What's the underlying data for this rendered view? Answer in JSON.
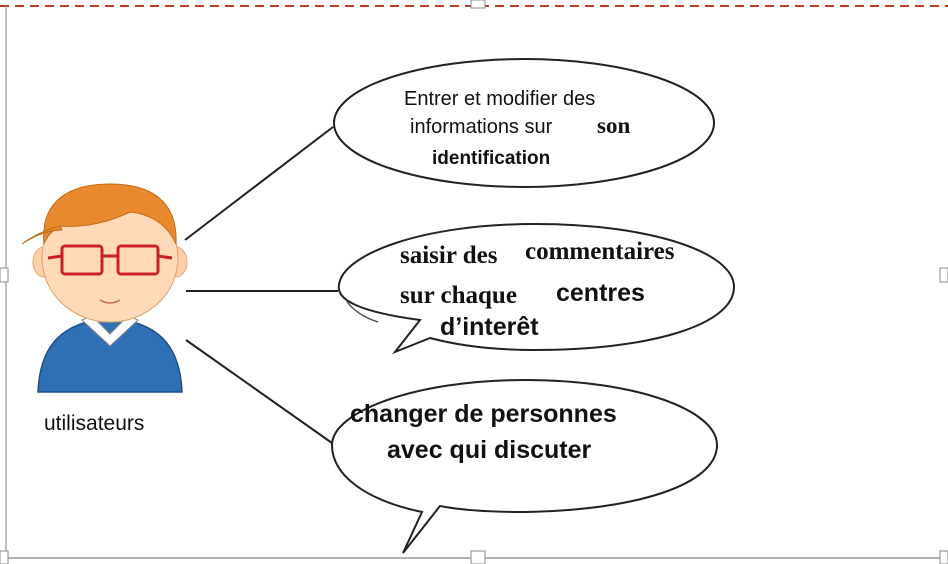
{
  "actor": {
    "label": "utilisateurs",
    "icon": "user-with-glasses-icon"
  },
  "use_cases": [
    {
      "id": "identification",
      "lines": [
        {
          "parts": [
            "Entrer et modifier des"
          ]
        },
        {
          "parts": [
            "informations sur",
            "son"
          ]
        },
        {
          "parts": [
            "identification"
          ]
        }
      ]
    },
    {
      "id": "commentaires",
      "lines": [
        {
          "parts": [
            "saisir des",
            "commentaires"
          ]
        },
        {
          "parts": [
            "sur chaque",
            "centres"
          ]
        },
        {
          "parts": [
            "d’interêt"
          ]
        }
      ]
    },
    {
      "id": "changer-personnes",
      "lines": [
        {
          "parts": [
            "changer de personnes"
          ]
        },
        {
          "parts": [
            "avec qui discuter"
          ]
        }
      ]
    }
  ],
  "colors": {
    "frame_dashed": "#c0392b",
    "frame_gray": "#9a9a9a",
    "stroke": "#222222",
    "skin": "#ffd9b8",
    "hair": "#e8892e",
    "glasses": "#cc1f2a",
    "shirt": "#2f6fb5"
  }
}
